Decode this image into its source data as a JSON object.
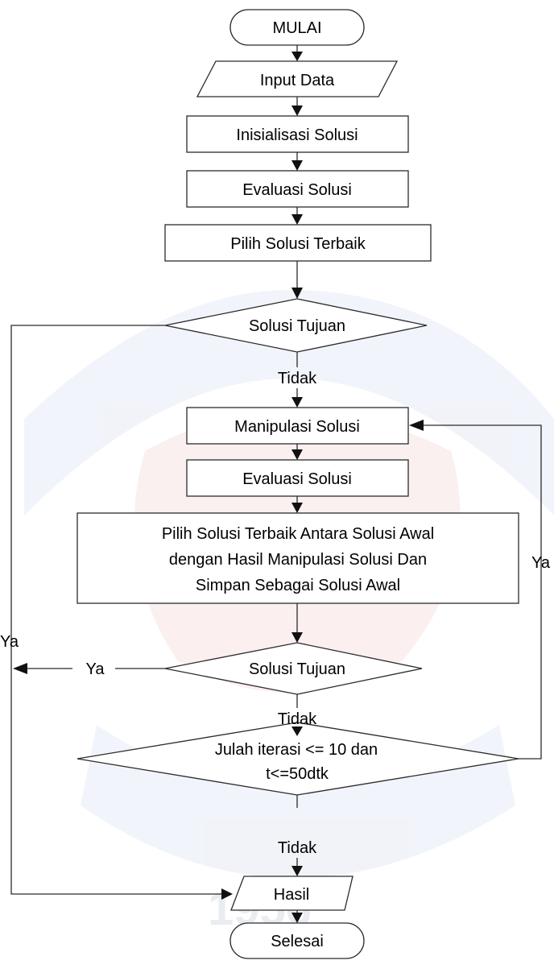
{
  "flowchart": {
    "start": "MULAI",
    "input": "Input Data",
    "init": "Inisialisasi Solusi",
    "eval1": "Evaluasi Solusi",
    "best1": "Pilih Solusi Terbaik",
    "decision1": "Solusi Tujuan",
    "label_tidak_1": "Tidak",
    "manipulate": "Manipulasi Solusi",
    "eval2": "Evaluasi Solusi",
    "best2": {
      "line1": "Pilih Solusi Terbaik Antara Solusi Awal",
      "line2": "dengan Hasil Manipulasi Solusi Dan",
      "line3": "Simpan Sebagai Solusi Awal"
    },
    "decision2": "Solusi Tujuan",
    "label_ya_left": "Ya",
    "label_ya_mid": "Ya",
    "label_ya_right": "Ya",
    "label_tidak_2": "Tidak",
    "decision3": {
      "line1": "Julah iterasi <= 10 dan",
      "line2": "t<=50dtk"
    },
    "label_tidak_3": "Tidak",
    "output": "Hasil",
    "end": "Selesai"
  },
  "watermark": {
    "year": "1956"
  },
  "colors": {
    "stroke": "#2b2b2b",
    "text": "#000000",
    "watermark_blue": "#d3dcee",
    "watermark_red": "#f3d9d6"
  }
}
